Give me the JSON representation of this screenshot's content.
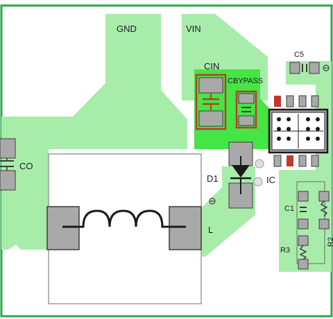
{
  "labels": {
    "gnd": "GND",
    "vin": "VIN",
    "cin": "CIN",
    "cbypass": "CBYPASS",
    "c5": "C5",
    "co": "CO",
    "d1": "D1",
    "ic": "IC",
    "l": "L",
    "c1": "C1",
    "r3": "R3",
    "r2": "R2"
  },
  "colors": {
    "copper": "#a8ecaa",
    "copper_highlight": "#45e545",
    "pad": "#a9a9a9",
    "pad_edge": "#3c3c3c",
    "silk_red": "#c0392b",
    "border_green": "#2aa84a",
    "via": "#e0e0e0"
  }
}
